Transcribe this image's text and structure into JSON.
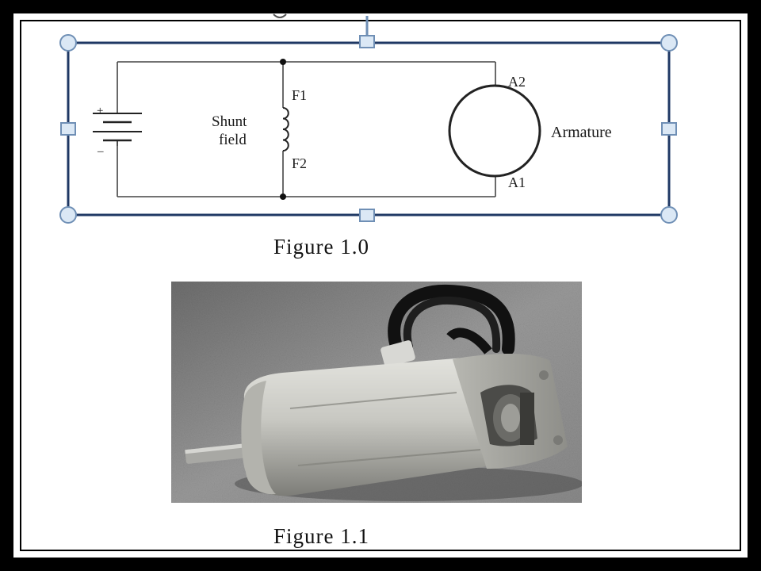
{
  "diagram": {
    "labels": {
      "battery_plus": "+",
      "battery_minus": "–",
      "shunt_line1": "Shunt",
      "shunt_line2": "field",
      "f1": "F1",
      "f2": "F2",
      "a2": "A2",
      "a1": "A1",
      "armature": "Armature"
    },
    "colors": {
      "wire": "#444444",
      "frame": "#1f3864",
      "handle_fill": "#dbe8f5",
      "handle_stroke": "#6f8fb5"
    }
  },
  "captions": {
    "figure_1_0": "Figure 1.0",
    "figure_1_1": "Figure 1.1"
  },
  "photo": {
    "icon": "motor-photo",
    "colors": {
      "background": "#8a8a8a",
      "body": "#c9c9c4",
      "cable": "#111111"
    }
  }
}
